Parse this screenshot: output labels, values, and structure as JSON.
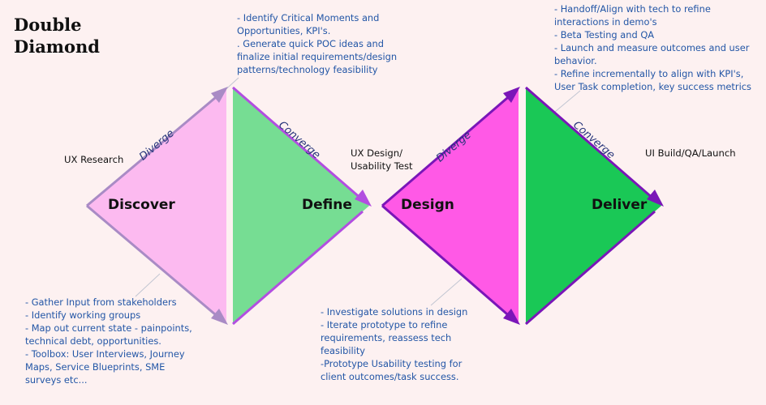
{
  "title": {
    "line1": "Double",
    "line2": "Diamond"
  },
  "phases": {
    "discover": "Discover",
    "define": "Define",
    "design": "Design",
    "deliver": "Deliver"
  },
  "edge_labels": {
    "diverge_1": "Diverge",
    "converge_1": "Converge",
    "diverge_2": "Diverge",
    "converge_2": "Converge"
  },
  "stage_labels": {
    "ux_research": "UX Research",
    "ux_design": [
      "UX Design/",
      "Usability Test"
    ],
    "ui_build": "UI Build/QA/Launch"
  },
  "notes": {
    "define": [
      "- Identify Critical Moments and",
      "Opportunities, KPI's.",
      ". Generate quick POC ideas and",
      "finalize initial requirements/design",
      "patterns/technology feasibility"
    ],
    "deliver": [
      "- Handoff/Align with tech to refine",
      "interactions in demo's",
      "- Beta Testing and QA",
      "- Launch and measure outcomes and user",
      "behavior.",
      "- Refine incrementally to align with KPI's,",
      "User Task completion, key success metrics"
    ],
    "discover": [
      "- Gather Input from stakeholders",
      "- Identify working groups",
      "- Map out current state - painpoints,",
      "technical debt, opportunities.",
      "- Toolbox: User Interviews, Journey",
      "Maps, Service Blueprints, SME",
      "surveys etc..."
    ],
    "design": [
      "- Investigate solutions in design",
      "- Iterate prototype to refine",
      "requirements, reassess tech",
      "feasibility",
      "-Prototype Usability testing for",
      "client outcomes/task success."
    ]
  },
  "colors": {
    "background": "#fdf1f1",
    "discover_fill": "#fcbaf0",
    "discover_stroke": "#a98bc5",
    "define_fill": "#76dd93",
    "design_fill": "#ff59e6",
    "deliver_fill": "#1ac856",
    "converge_stroke": "#b24ee0",
    "diamond2_stroke": "#7a16b8",
    "note_text": "#2356a6",
    "connector": "#c2c6d2"
  }
}
